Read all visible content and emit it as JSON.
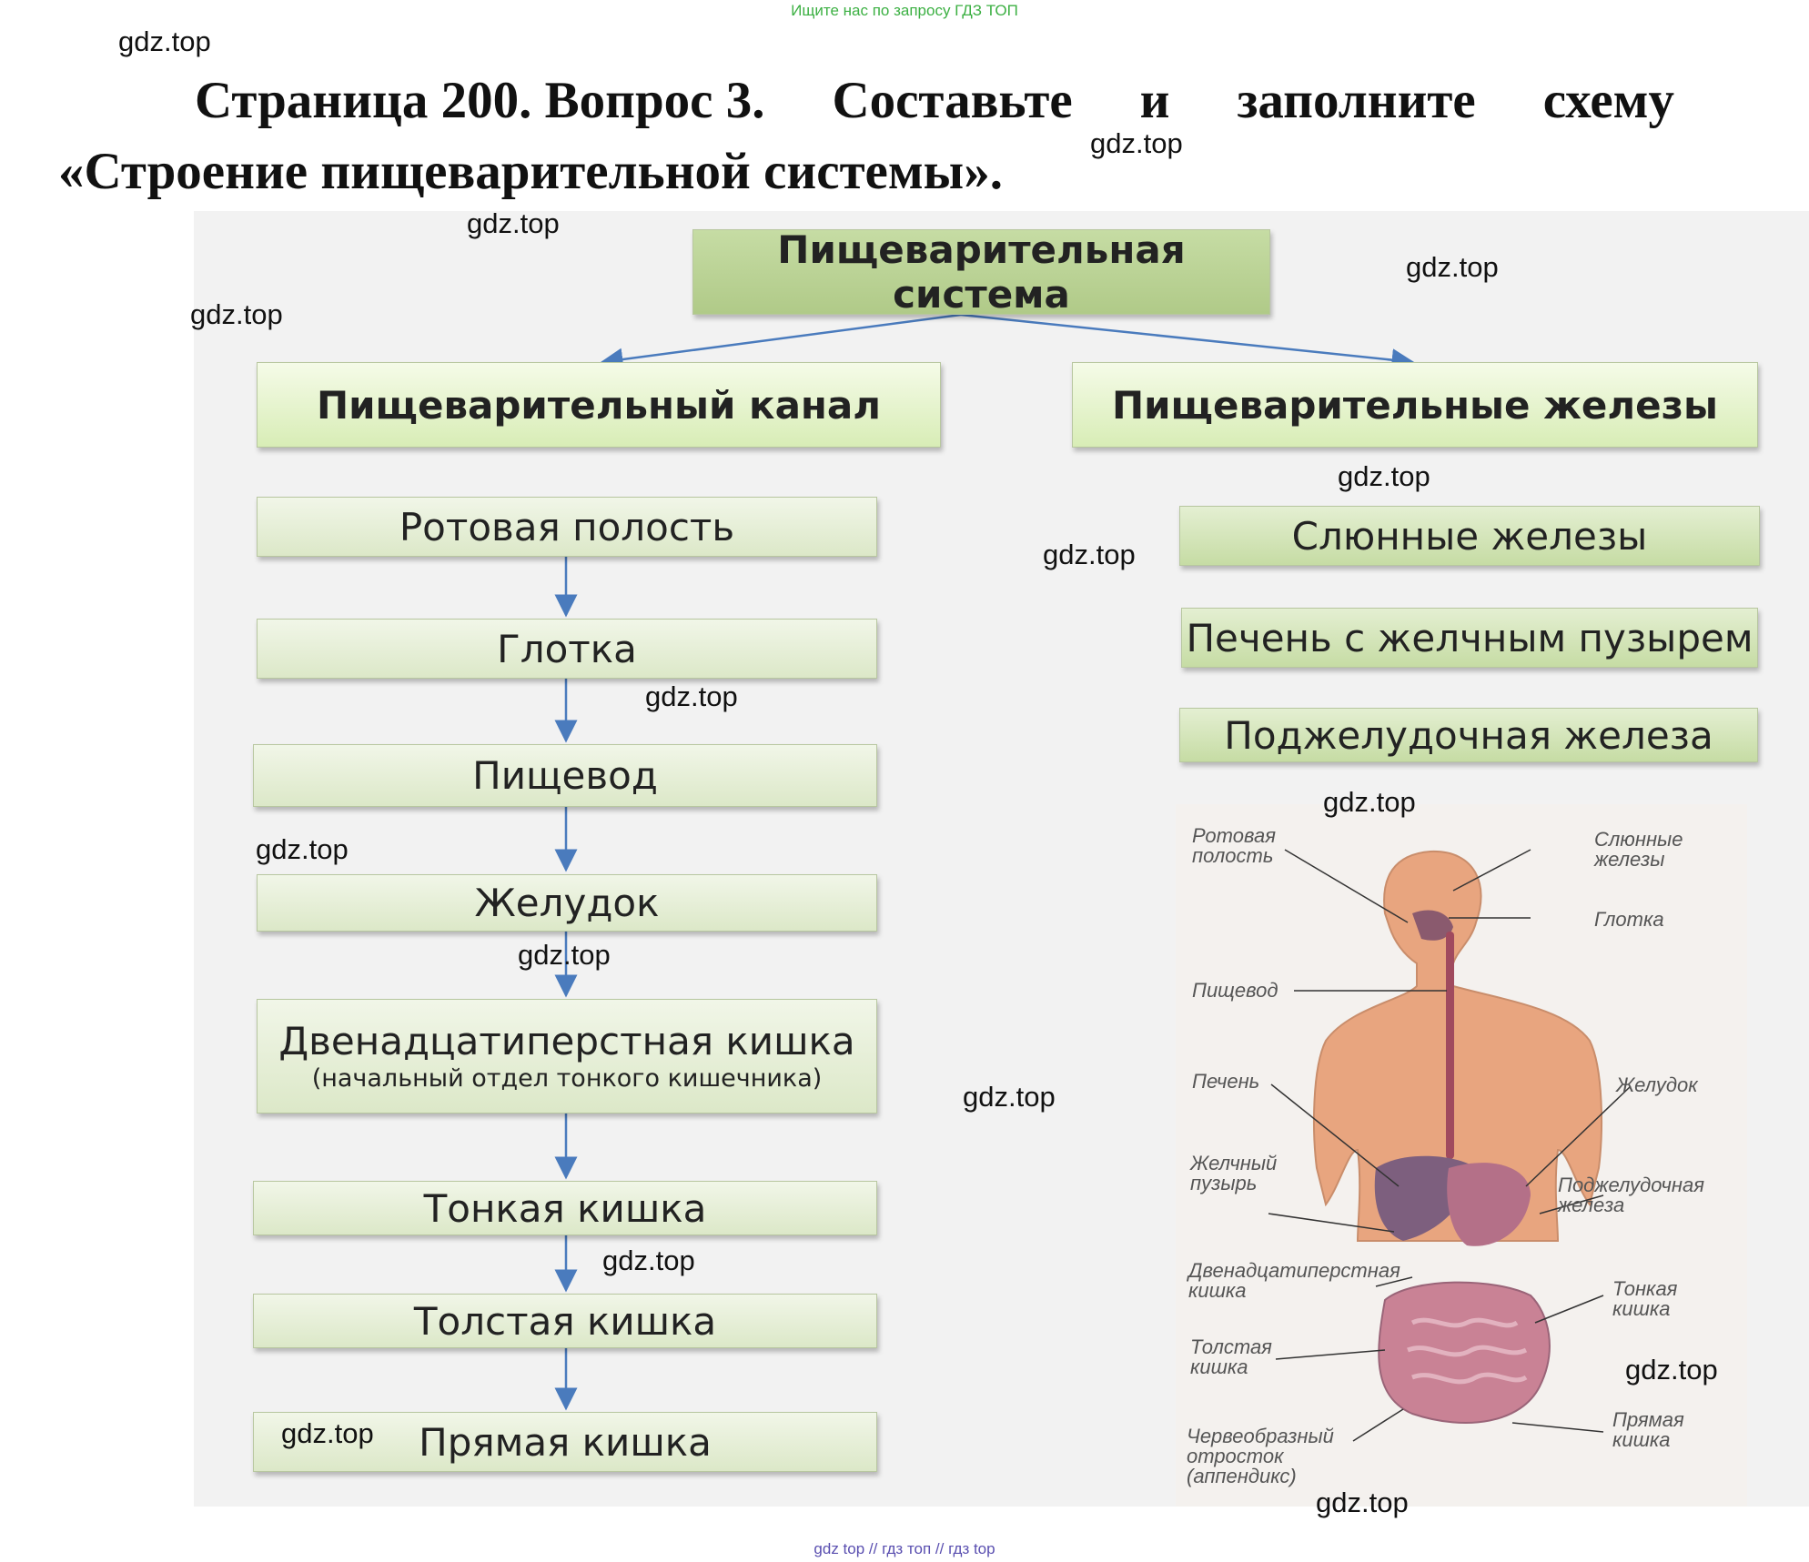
{
  "top_note": "Ищите нас по запросу ГДЗ ТОП",
  "title": {
    "line1_parts": [
      "Страница 200. Вопрос 3.",
      "Составьте",
      "и",
      "заполните",
      "схему"
    ],
    "line2": "«Строение пищеварительной системы»."
  },
  "diagram": {
    "root": "Пищеварительная система",
    "canal": "Пищеварительный канал",
    "glands": "Пищеварительные железы",
    "canal_items": [
      "Ротовая полость",
      "Глотка",
      "Пищевод",
      "Желудок"
    ],
    "duodenum": {
      "main": "Двенадцатиперстная кишка",
      "sub": "(начальный отдел тонкого кишечника)"
    },
    "canal_items_after": [
      "Тонкая кишка",
      "Толстая кишка",
      "Прямая кишка"
    ],
    "gland_items": [
      "Слюнные железы",
      "Печень с желчным пузырем",
      "Поджелудочная железа"
    ]
  },
  "anatomy_labels": {
    "left": [
      "Ротовая",
      "полость",
      "Пищевод",
      "Печень",
      "Желчный",
      "пузырь",
      "Двенадцатиперстная",
      "кишка",
      "Толстая",
      "кишка",
      "Червеобразный",
      "отросток",
      "(аппендикс)"
    ],
    "right": [
      "Слюнные",
      "железы",
      "Глотка",
      "Желудок",
      "Поджелудочная",
      "железа",
      "Тонкая",
      "кишка",
      "Прямая",
      "кишка"
    ]
  },
  "watermark": "gdz.top",
  "footer": "gdz top  //  гдз топ  //  гдз top"
}
